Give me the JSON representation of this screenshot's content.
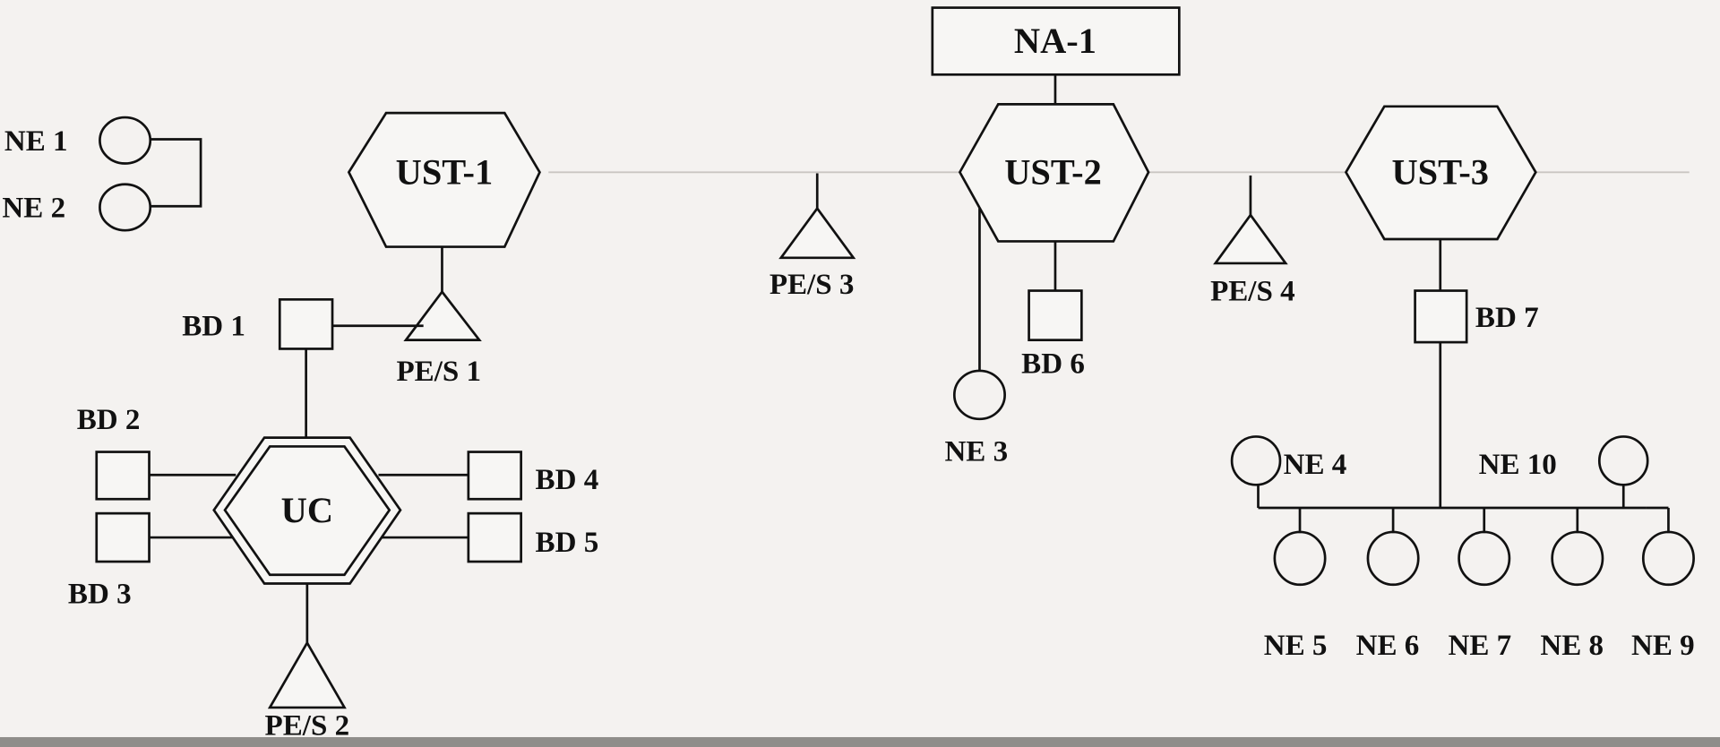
{
  "diagram": {
    "ne_labels": [
      "NE 1",
      "NE 2",
      "NE 3",
      "NE 4",
      "NE 5",
      "NE 6",
      "NE 7",
      "NE 8",
      "NE 9",
      "NE 10"
    ],
    "bd_labels": [
      "BD 1",
      "BD 2",
      "BD 3",
      "BD 4",
      "BD 5",
      "BD 6",
      "BD 7"
    ],
    "pes_labels": [
      "PE/S 1",
      "PE/S 2",
      "PE/S 3",
      "PE/S 4"
    ],
    "ust_labels": [
      "UST-1",
      "UST-2",
      "UST-3"
    ],
    "uc_label": "UC",
    "na_label": "NA-1"
  }
}
